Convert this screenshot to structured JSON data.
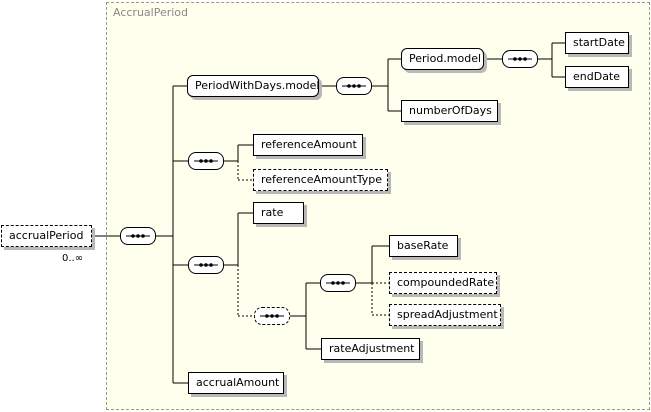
{
  "container": {
    "label": "AccrualPeriod"
  },
  "root": {
    "label": "accrualPeriod",
    "occurrence": "0..∞"
  },
  "nodes": {
    "period_with_days_model": "PeriodWithDays.model",
    "period_model": "Period.model",
    "start_date": "startDate",
    "end_date": "endDate",
    "number_of_days": "numberOfDays",
    "reference_amount": "referenceAmount",
    "reference_amount_type": "referenceAmountType",
    "rate": "rate",
    "base_rate": "baseRate",
    "compounded_rate": "compoundedRate",
    "spread_adjustment": "spreadAdjustment",
    "rate_adjustment": "rateAdjustment",
    "accrual_amount": "accrualAmount"
  },
  "sequence_icon": "sequence-compositor-icon"
}
